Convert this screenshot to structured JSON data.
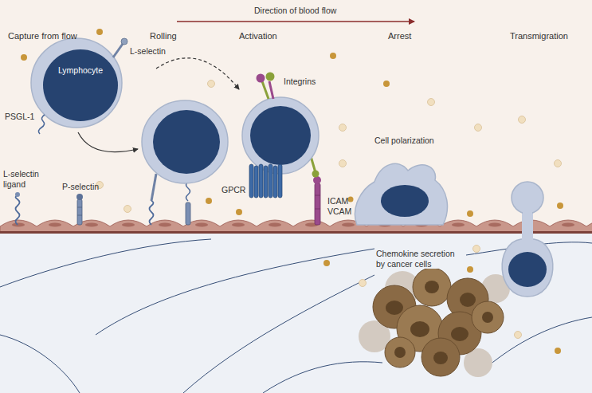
{
  "diagram": {
    "nodes": [
      {
        "text": [
          "Lymphocyte"
        ]
      }
    ],
    "labels": [
      "Direction of blood flow",
      "Capture from flow",
      "Rolling",
      "Activation",
      "Arrest",
      "Transmigration",
      "L-selectin",
      "PSGL-1",
      "Integrins",
      "L-selectin ligand",
      "P-selectin",
      "GPCR",
      "ICAM VCAM",
      "Cell polarization",
      "Chemokine secretion by cancer cells"
    ]
  }
}
